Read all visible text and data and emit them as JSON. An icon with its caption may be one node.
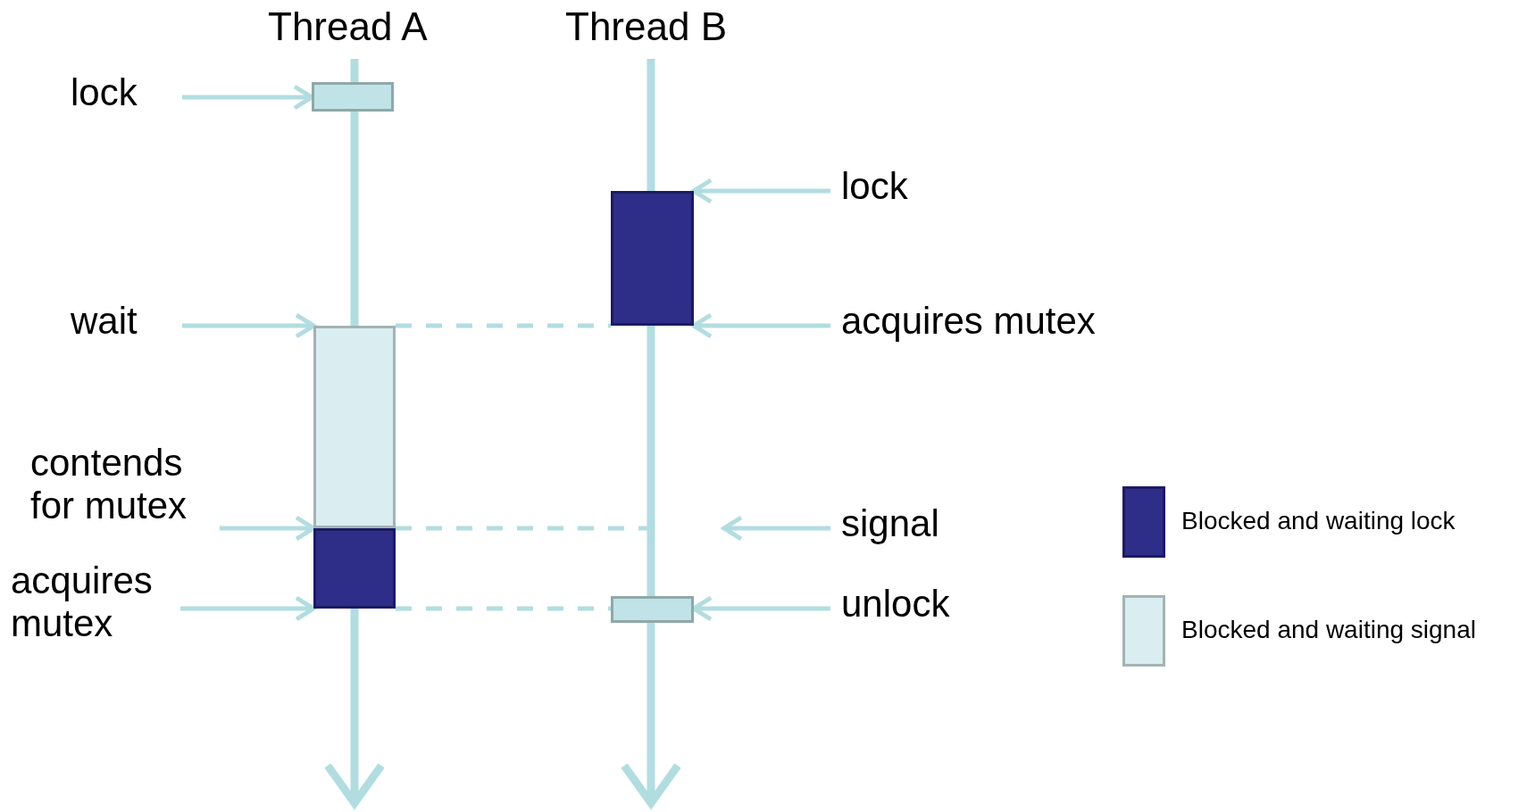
{
  "diagram": {
    "nodes": [
      {
        "text": [
          "lock"
        ]
      },
      {
        "text": [],
        "shape": "box"
      },
      {
        "text": [
          "lock"
        ]
      },
      {
        "text": [],
        "shape": "box"
      },
      {
        "text": [
          "wait"
        ]
      },
      {
        "text": [],
        "shape": "box"
      },
      {
        "text": [
          "acquires mutex"
        ]
      },
      {
        "text": [
          "contends for mutex"
        ]
      },
      {
        "text": [],
        "shape": "box"
      },
      {
        "text": [
          "signal"
        ]
      },
      {
        "text": [
          "acquires mutex"
        ]
      },
      {
        "text": [],
        "shape": "box"
      },
      {
        "text": [
          "unlock"
        ]
      }
    ],
    "edges": [
      {
        "from": 0,
        "to": 1,
        "arrow": "to"
      },
      {
        "from": 2,
        "to": 3,
        "arrow": "to"
      },
      {
        "from": 4,
        "to": 5,
        "arrow": "to"
      },
      {
        "from": 6,
        "to": 3,
        "arrow": "to"
      },
      {
        "from": 5,
        "to": 3,
        "arrow": "none",
        "style": "dashed"
      },
      {
        "from": 7,
        "to": 8,
        "arrow": "to"
      },
      {
        "from": 9,
        "to": null,
        "arrow": "to"
      },
      {
        "from": 8,
        "to": null,
        "arrow": "none",
        "style": "dashed"
      },
      {
        "from": 10,
        "to": 8,
        "arrow": "to"
      },
      {
        "from": 12,
        "to": 11,
        "arrow": "to"
      },
      {
        "from": 8,
        "to": 11,
        "arrow": "none",
        "style": "dashed"
      }
    ],
    "labels": [
      "Thread A",
      "Thread B"
    ],
    "legend": [
      {
        "text": "Blocked and waiting lock",
        "color": "#2e2d88"
      },
      {
        "text": "Blocked and waiting signal",
        "color": "#daedf0"
      }
    ]
  }
}
